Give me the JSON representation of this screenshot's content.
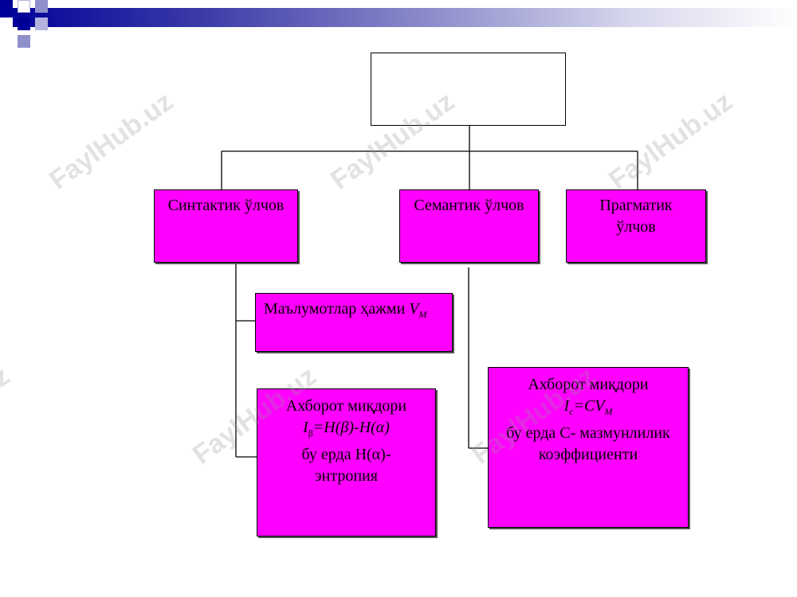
{
  "diagram": {
    "top_box": "",
    "syntactic": "Синтактик ўлчов",
    "semantic": "Семантик ўлчов",
    "pragmatic": {
      "line1": "Прагматик",
      "line2": "ўлчов"
    },
    "data_volume": {
      "text": "Маълумотлар ҳажми ",
      "var": "V",
      "sub": "M"
    },
    "info_syntactic": {
      "line1": "Ахборот миқдори",
      "formula": {
        "i": "I",
        "i_sub": "β",
        "rest": "=H(β)-H(α)"
      },
      "line3": "бу ерда H(α)-",
      "line4": "энтропия"
    },
    "info_semantic": {
      "line1": "Ахборот миқдори",
      "formula": {
        "i": "I",
        "i_sub": "c",
        "eq": "=CV",
        "v_sub": "M"
      },
      "line3": "бу ерда C- мазмунлилик",
      "line4": "коэффициенти"
    }
  },
  "watermarks": [
    "FaylHub.uz",
    "FaylHub.uz",
    "FaylHub.uz",
    "FaylHub.uz",
    "FaylHub.uz",
    "FaylHub.uz"
  ],
  "colors": {
    "box_fill": "#ff00ff",
    "header_band": "#000099"
  }
}
